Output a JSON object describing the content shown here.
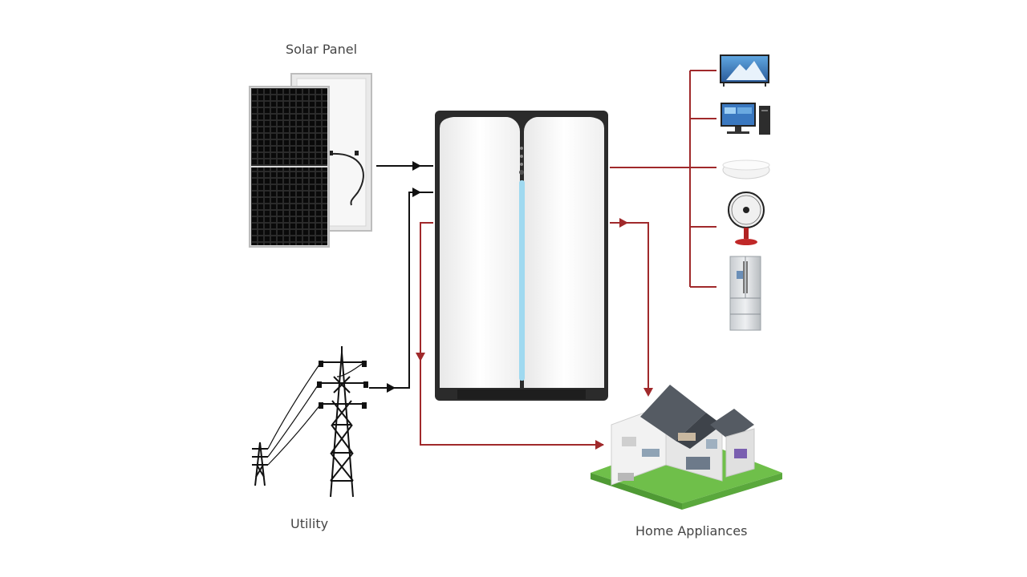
{
  "labels": {
    "solar_panel": "Solar Panel",
    "utility": "Utility",
    "home_appliances": "Home Appliances"
  },
  "colors": {
    "input_line": "#111111",
    "output_line": "#a0292b",
    "battery_shell": "#f4f4f4",
    "battery_frame": "#2b2b2b",
    "led_strip": "#9fd9f0",
    "grass": "#6fbf4a"
  },
  "icons": {
    "solar": "solar-panel-icon",
    "tower": "transmission-tower-icon",
    "battery": "home-battery-unit",
    "tv": "tv-icon",
    "computer": "desktop-computer-icon",
    "lamp": "ceiling-lamp-icon",
    "fan": "electric-fan-icon",
    "fridge": "refrigerator-icon",
    "house": "house-cutaway-icon"
  }
}
